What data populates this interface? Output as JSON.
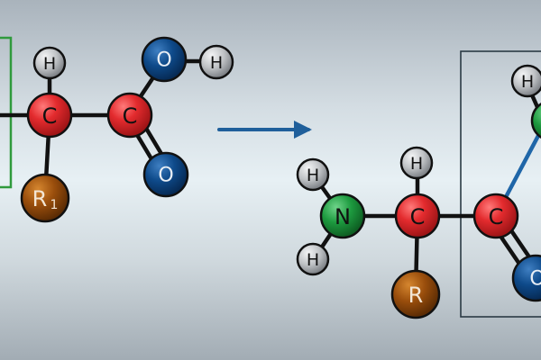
{
  "colors": {
    "carbon": "#e32b2e",
    "oxygen": "#0e4a8a",
    "hydrogen": "#b7b9bc",
    "nitrogen": "#1d9a3f",
    "r_group": "#9a4e0c",
    "bond": "#111111",
    "arrow": "#1f5f9b",
    "highlight_box_left": "#2f9a3c",
    "highlight_box_right": "#2a3a44",
    "new_bond": "#1f66a8"
  },
  "icons": {
    "arrow": "reaction-arrow-right-icon"
  },
  "molecule_left": {
    "atoms": {
      "h_top": "H",
      "c_alpha": "C",
      "c_carboxyl": "C",
      "o_hydroxyl": "O",
      "h_hydroxyl": "H",
      "o_carbonyl": "O",
      "r_group": "R",
      "r_subscript": "1"
    }
  },
  "molecule_right": {
    "atoms": {
      "h_amine_top": "H",
      "n": "N",
      "h_amine_bottom": "H",
      "h_alpha": "H",
      "c_alpha": "C",
      "r_group": "R",
      "c_carboxyl": "C",
      "o_carbonyl": "O",
      "h_partial": "H"
    }
  }
}
